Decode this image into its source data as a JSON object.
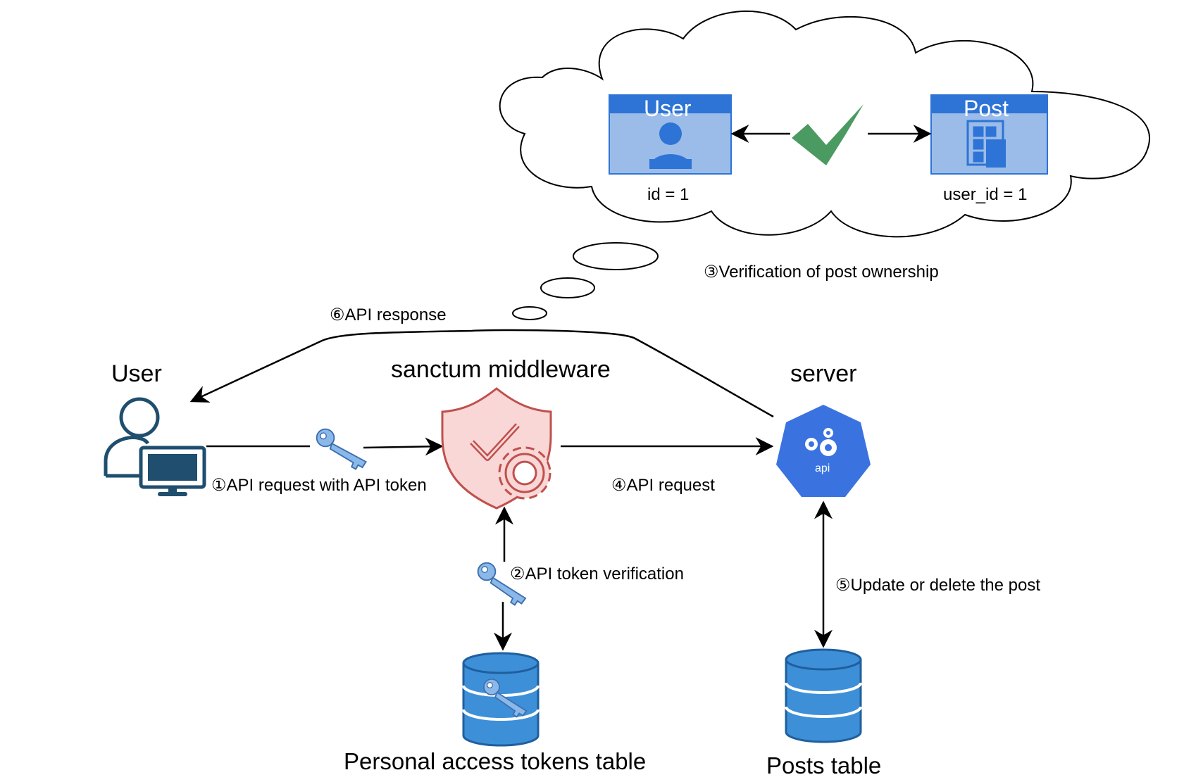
{
  "colors": {
    "user_icon": "#1f4e6e",
    "middleware_fill": "#f8d7d6",
    "middleware_stroke": "#c0504d",
    "api_hex": "#3a73e0",
    "db_fill": "#3d8fd8",
    "db_stroke": "#1f5f9e",
    "card_header": "#2d74d6",
    "card_body": "#9bbce8",
    "check": "#4a9a62",
    "key": "#8ab8e8"
  },
  "nodes": {
    "user": {
      "title": "User",
      "icon": "user-computer-icon"
    },
    "middleware": {
      "title": "sanctum middleware",
      "icon": "shield-gear-icon"
    },
    "server": {
      "title": "server",
      "icon": "kubernetes-api-icon",
      "badge": "api"
    },
    "tokens_table": {
      "title": "Personal access tokens table",
      "icon": "database-key-icon"
    },
    "posts_table": {
      "title": "Posts table",
      "icon": "database-icon"
    }
  },
  "edges": {
    "step1": "①API request with API token",
    "step2": "②API token verification",
    "step3": "③Verification of post ownership",
    "step4": "④API request",
    "step5": "⑤Update or delete the post",
    "step6": "⑥API response"
  },
  "thought": {
    "user_card": {
      "title": "User",
      "field": "id = 1"
    },
    "post_card": {
      "title": "Post",
      "field": "user_id = 1"
    },
    "check_icon": "check-icon"
  }
}
